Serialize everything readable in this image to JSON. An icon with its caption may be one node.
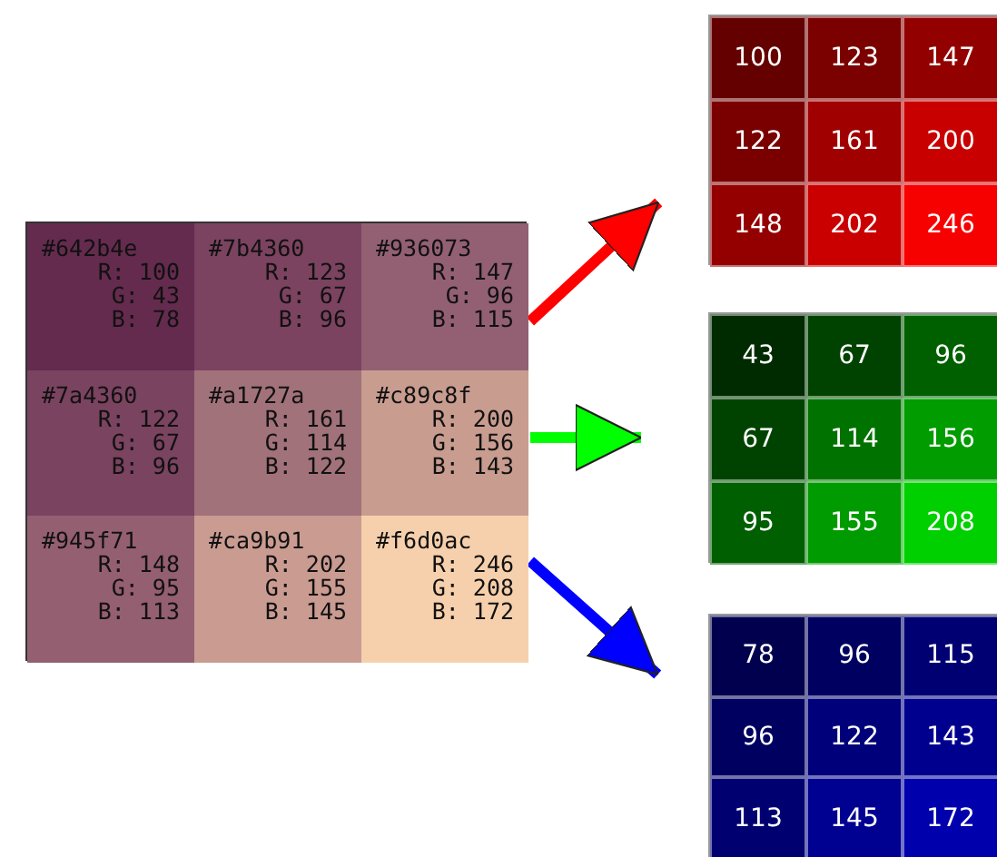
{
  "diagram": {
    "nodes": [
      {
        "text": [],
        "shape": "box"
      },
      {
        "text": [
          "#642b4e",
          "R: 100",
          "G: 43",
          "B: 78"
        ],
        "in": 0
      },
      {
        "text": [
          "#7b4360",
          "R: 123",
          "G: 67",
          "B: 96"
        ],
        "in": 0
      },
      {
        "text": [
          "#936073",
          "R: 147",
          "G: 96",
          "B: 115"
        ],
        "in": 0
      },
      {
        "text": [
          "#7a4360",
          "R: 122",
          "G: 67",
          "B: 96"
        ],
        "in": 0
      },
      {
        "text": [
          "#a1727a",
          "R: 161",
          "G: 114",
          "B: 122"
        ],
        "in": 0
      },
      {
        "text": [
          "#c89c8f",
          "R: 200",
          "G: 156",
          "B: 143"
        ],
        "in": 0
      },
      {
        "text": [
          "#945f71",
          "R: 148",
          "G: 95",
          "B: 113"
        ],
        "in": 0
      },
      {
        "text": [
          "#ca9b91",
          "R: 202",
          "G: 155",
          "B: 145"
        ],
        "in": 0
      },
      {
        "text": [
          "#f6d0ac",
          "R: 246",
          "G: 208",
          "B: 172"
        ],
        "in": 0
      },
      {
        "text": [],
        "shape": "box"
      },
      {
        "text": [
          "100"
        ],
        "in": 10
      },
      {
        "text": [
          "123"
        ],
        "in": 10
      },
      {
        "text": [
          "147"
        ],
        "in": 10
      },
      {
        "text": [
          "122"
        ],
        "in": 10
      },
      {
        "text": [
          "161"
        ],
        "in": 10
      },
      {
        "text": [
          "200"
        ],
        "in": 10
      },
      {
        "text": [
          "148"
        ],
        "in": 10
      },
      {
        "text": [
          "202"
        ],
        "in": 10
      },
      {
        "text": [
          "246"
        ],
        "in": 10
      },
      {
        "text": [],
        "shape": "box"
      },
      {
        "text": [
          "43"
        ],
        "in": 20
      },
      {
        "text": [
          "67"
        ],
        "in": 20
      },
      {
        "text": [
          "96"
        ],
        "in": 20
      },
      {
        "text": [
          "67"
        ],
        "in": 20
      },
      {
        "text": [
          "114"
        ],
        "in": 20
      },
      {
        "text": [
          "156"
        ],
        "in": 20
      },
      {
        "text": [
          "95"
        ],
        "in": 20
      },
      {
        "text": [
          "155"
        ],
        "in": 20
      },
      {
        "text": [
          "208"
        ],
        "in": 20
      },
      {
        "text": [],
        "shape": "box"
      },
      {
        "text": [
          "78"
        ],
        "in": 30
      },
      {
        "text": [
          "96"
        ],
        "in": 30
      },
      {
        "text": [
          "115"
        ],
        "in": 30
      },
      {
        "text": [
          "96"
        ],
        "in": 30
      },
      {
        "text": [
          "122"
        ],
        "in": 30
      },
      {
        "text": [
          "143"
        ],
        "in": 30
      },
      {
        "text": [
          "113"
        ],
        "in": 30
      },
      {
        "text": [
          "145"
        ],
        "in": 30
      },
      {
        "text": [
          "172"
        ],
        "in": 30
      }
    ],
    "edges": [
      {
        "from": 0,
        "to": 10,
        "arrow": "to",
        "color": "#ff0000"
      },
      {
        "from": 0,
        "to": 20,
        "arrow": "to",
        "color": "#00ff00"
      },
      {
        "from": 0,
        "to": 30,
        "arrow": "to",
        "color": "#0000ff"
      }
    ]
  }
}
